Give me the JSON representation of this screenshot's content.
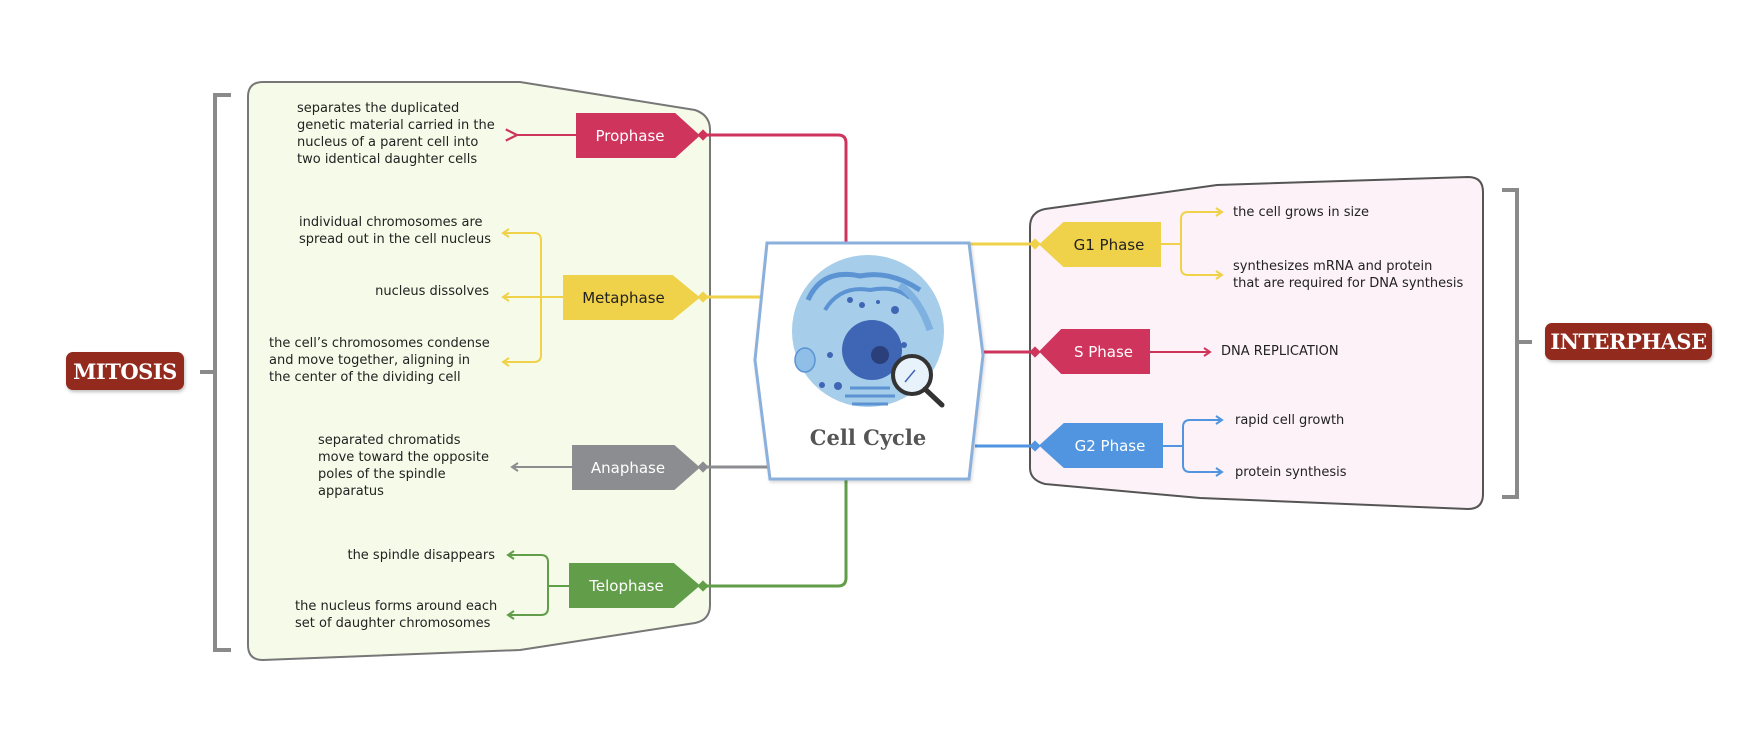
{
  "title": "Cell Cycle",
  "colors": {
    "prophase": "#cf345d",
    "metaphase": "#f0d24a",
    "anaphase": "#8c8d90",
    "telophase": "#629d4a",
    "g1": "#f0d24a",
    "s": "#cf345d",
    "g2": "#5195e0",
    "tag": "#922a1d",
    "mitosis_panel": "#f6fbe9",
    "interphase_panel": "#fdf2f7",
    "center_border": "#8bb0dc"
  },
  "mitosis": {
    "label": "MITOSIS",
    "phases": [
      {
        "name": "Prophase",
        "details": [
          "separates the duplicated\ngenetic material carried in the\nnucleus of a parent cell into\ntwo identical daughter cells"
        ]
      },
      {
        "name": "Metaphase",
        "details": [
          "individual chromosomes are\nspread out in the cell nucleus",
          "nucleus dissolves",
          "the cell’s chromosomes condense\nand move together, aligning in\nthe center of the dividing cell"
        ]
      },
      {
        "name": "Anaphase",
        "details": [
          "separated chromatids\nmove toward the opposite\npoles of the spindle\napparatus"
        ]
      },
      {
        "name": "Telophase",
        "details": [
          "the spindle disappears",
          "the nucleus forms around each\nset of daughter chromosomes"
        ]
      }
    ]
  },
  "interphase": {
    "label": "INTERPHASE",
    "phases": [
      {
        "name": "G1 Phase",
        "details": [
          "the cell grows in size",
          "synthesizes mRNA and protein\nthat are required for DNA synthesis"
        ]
      },
      {
        "name": "S Phase",
        "details": [
          "DNA REPLICATION"
        ]
      },
      {
        "name": "G2 Phase",
        "details": [
          "rapid cell growth",
          "protein synthesis"
        ]
      }
    ]
  },
  "center": {
    "title": "Cell Cycle",
    "image": "cell-with-magnifier-illustration"
  }
}
